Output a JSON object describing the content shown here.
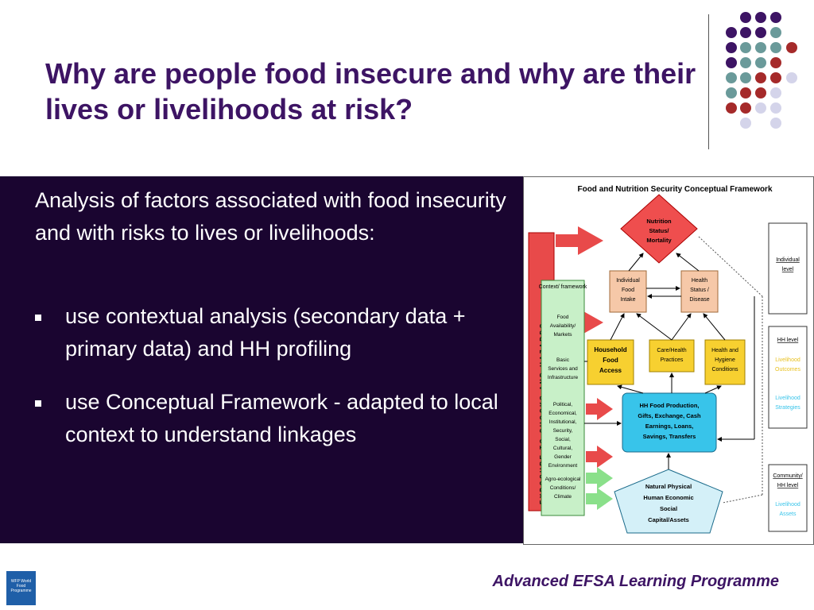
{
  "title": "Why are people food insecure and why are their lives or livelihoods at risk?",
  "intro": "Analysis of factors associated with food insecurity and with risks to lives or livelihoods:",
  "bullets": [
    "use contextual analysis (secondary data + primary data) and HH profiling",
    "use Conceptual Framework  - adapted to local context to understand linkages"
  ],
  "framework": {
    "title": "Food and Nutrition Security Conceptual Framework",
    "shocks": "EXPOSURE TO SHOCKS AND HAZARDS",
    "context_header": "Context/ framework",
    "context_items": [
      "Food Availability/ Markets",
      "Basic Services and Infrastructure",
      "Political, Economical, Institutional, Security, Social, Cultural, Gender Environment",
      "Agro-ecological Conditions/ Climate"
    ],
    "nutrition": "Nutrition Status/ Mortality",
    "food_intake": "Individual Food Intake",
    "health_status": "Health Status / Disease",
    "household_access": "Household Food Access",
    "care_health": "Care/Health Practices",
    "health_hygiene": "Health and Hygiene Conditions",
    "hh_production": "HH Food Production, Gifts, Exchange, Cash Earnings, Loans, Savings, Transfers",
    "assets": "Natural Physical Human Economic Social Capital/Assets",
    "levels": {
      "individual": "Individual level",
      "hh": "HH level",
      "outcomes": "Livelihood Outcomes",
      "strategies": "Livelihood Strategies",
      "community": "Community/ HH level",
      "assets": "Livelihood Assets"
    }
  },
  "footer": "Advanced EFSA Learning Programme",
  "logo": "WFP World Food Programme",
  "colors": {
    "purple": "#3d1464",
    "teal": "#6a9a9a",
    "red": "#a52a2a",
    "lavender": "#d4d4ea",
    "panel": "#1a0530"
  }
}
